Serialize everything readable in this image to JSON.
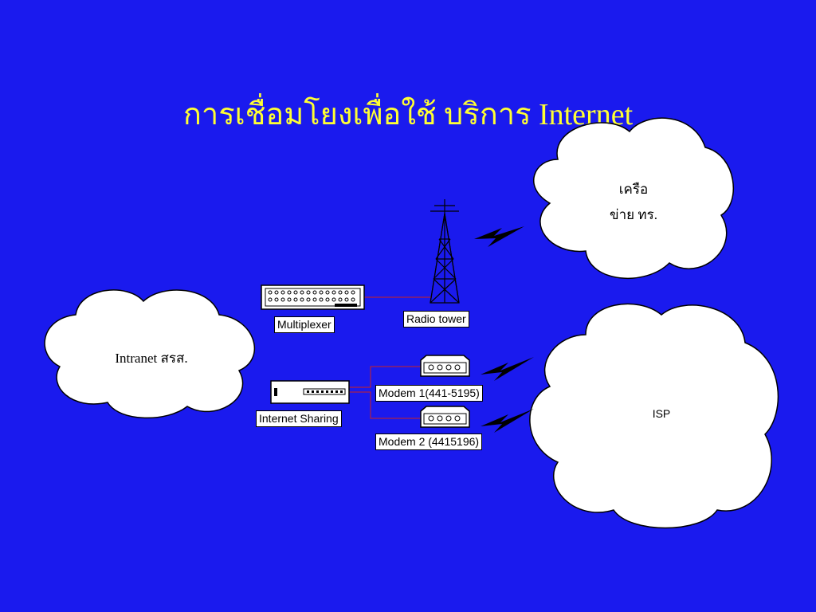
{
  "title": "การเชื่อมโยงเพื่อใช้ บริการ Internet",
  "clouds": {
    "tot_line1": "เครือ",
    "tot_line2": "ข่าย ทร.",
    "intranet": "Intranet สรส.",
    "isp": "ISP"
  },
  "devices": {
    "multiplexer": "Multiplexer",
    "radio_tower": "Radio tower",
    "internet_sharing": "Internet Sharing",
    "modem1": "Modem 1(441-5195)",
    "modem2": "Modem 2 (4415196)"
  },
  "colors": {
    "background": "#1a1aee",
    "title": "#ffff33",
    "link_line": "#cc2222"
  }
}
